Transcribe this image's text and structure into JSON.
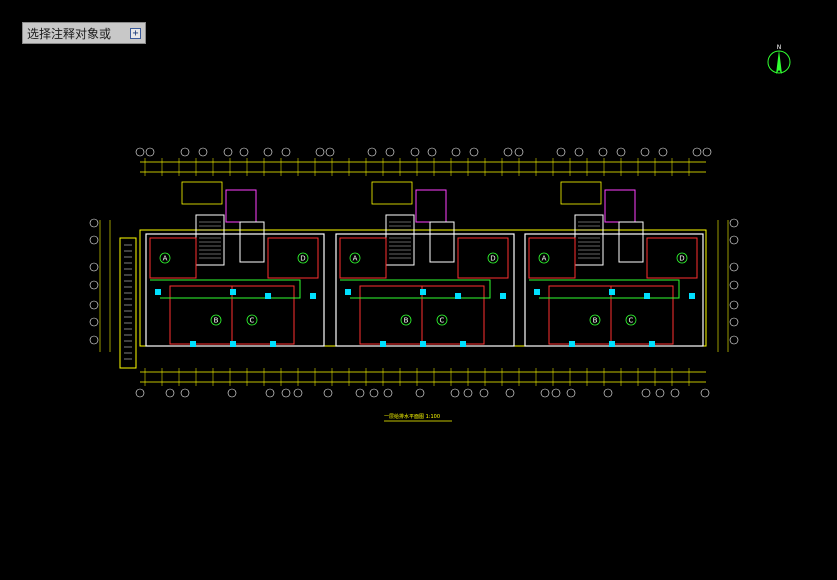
{
  "command_prompt": {
    "text": "选择注释对象或",
    "expand_glyph": "+"
  },
  "north_arrow": {
    "label": "N"
  },
  "drawing": {
    "units": [
      {
        "rooms": [
          "A",
          "D",
          "B",
          "C"
        ]
      },
      {
        "rooms": [
          "A",
          "D",
          "B",
          "C"
        ]
      },
      {
        "rooms": [
          "A",
          "D",
          "B",
          "C"
        ]
      }
    ],
    "title": "一层给排水平面图 1:100"
  },
  "colors": {
    "background": "#000000",
    "wall": "#ffffff",
    "axis": "#ffff00",
    "pipe_red": "#ff3030",
    "pipe_green": "#30ff30",
    "pipe_cyan": "#00e0ff",
    "pipe_magenta": "#ff40ff"
  }
}
